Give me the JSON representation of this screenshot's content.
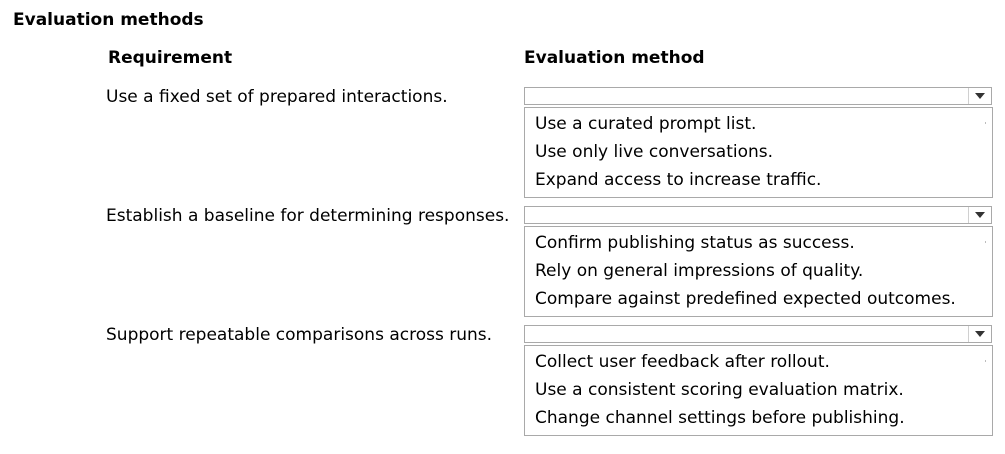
{
  "page_title": "Evaluation methods",
  "headers": {
    "requirement": "Requirement",
    "method": "Evaluation method"
  },
  "questions": [
    {
      "requirement": "Use a fixed set of prepared interactions.",
      "selected": "",
      "options": [
        "Use a curated prompt list.",
        "Use only live conversations.",
        "Expand access to increase traffic."
      ]
    },
    {
      "requirement": "Establish a baseline for determining responses.",
      "selected": "",
      "options": [
        "Confirm publishing status as success.",
        "Rely on general impressions of quality.",
        "Compare against predefined expected outcomes."
      ]
    },
    {
      "requirement": "Support repeatable comparisons across runs.",
      "selected": "",
      "options": [
        "Collect user feedback after rollout.",
        "Use a consistent scoring evaluation matrix.",
        "Change channel settings before publishing."
      ]
    }
  ],
  "icons": {
    "dropdown_arrow": "chevron-down-icon"
  }
}
